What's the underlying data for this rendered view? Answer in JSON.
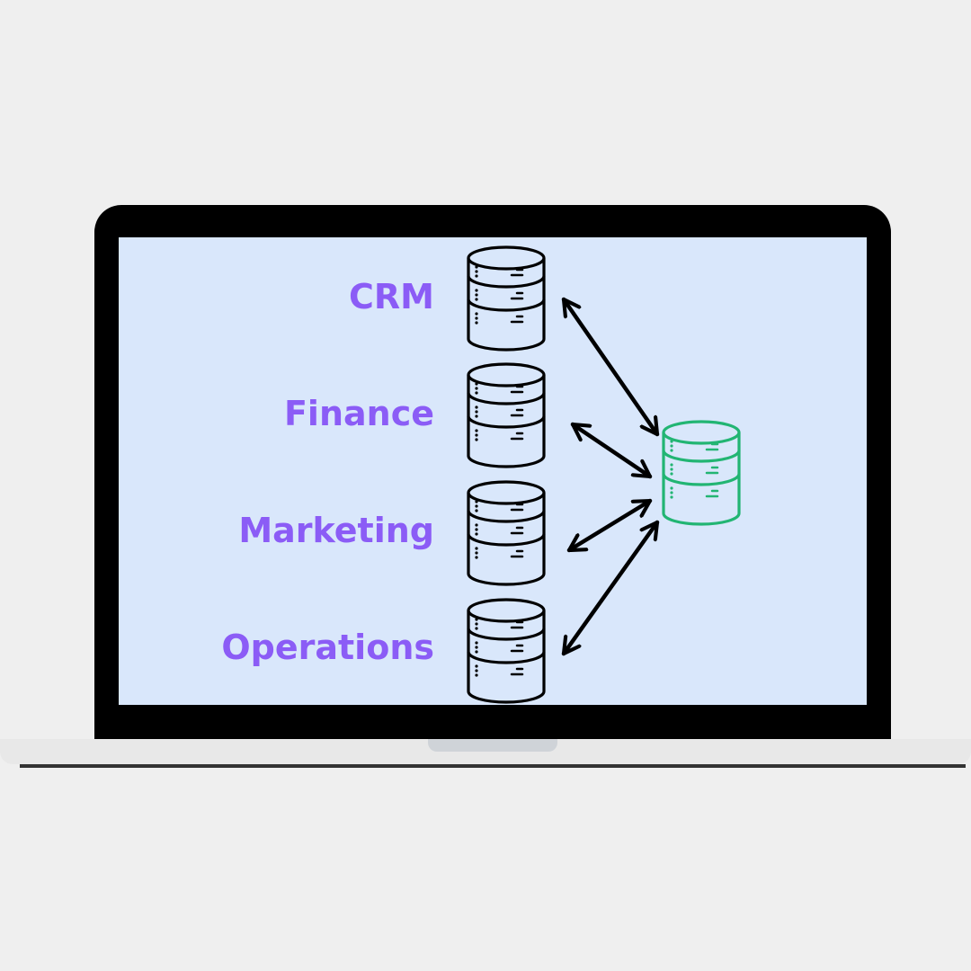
{
  "diagram": {
    "sources": [
      {
        "label": "CRM",
        "color": "#000000"
      },
      {
        "label": "Finance",
        "color": "#000000"
      },
      {
        "label": "Marketing",
        "color": "#000000"
      },
      {
        "label": "Operations",
        "color": "#000000"
      }
    ],
    "hub": {
      "color": "#22b573"
    },
    "label_color": "#8b5cf6",
    "screen_color": "#d9e7fb",
    "connection": "bidirectional-arrow"
  }
}
